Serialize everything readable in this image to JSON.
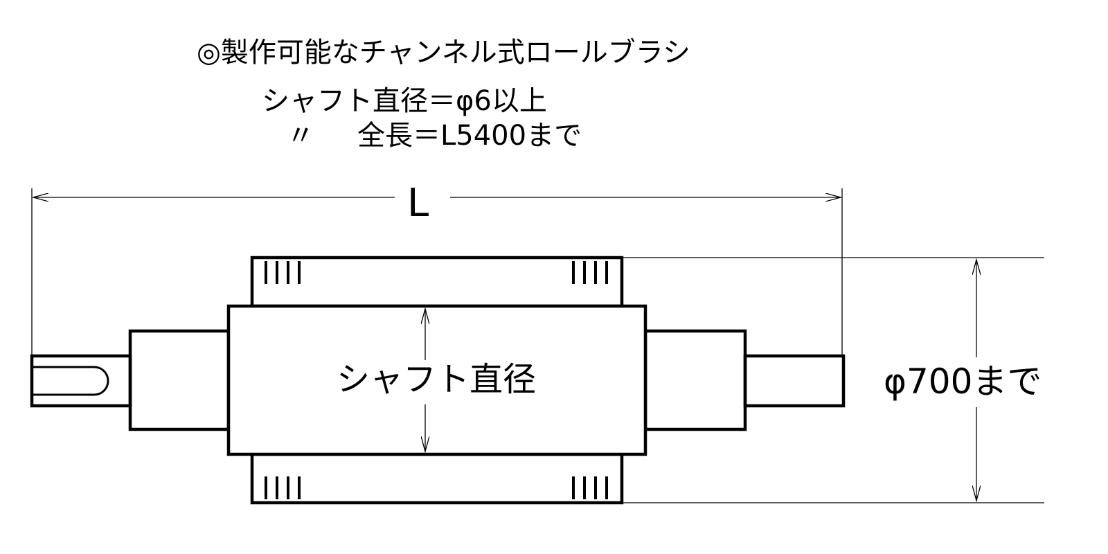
{
  "diagram": {
    "heading": "◎製作可能なチャンネル式ロールブラシ",
    "spec_shaft_diameter": "シャフト直径＝φ6以上",
    "spec_ditto_mark": "〃",
    "spec_total_length": "全長＝L5400まで",
    "length_dimension_label": "L",
    "shaft_diameter_label": "シャフト直径",
    "outer_diameter_label": "φ700まで",
    "line_color": "#000000",
    "background_color": "#ffffff"
  }
}
